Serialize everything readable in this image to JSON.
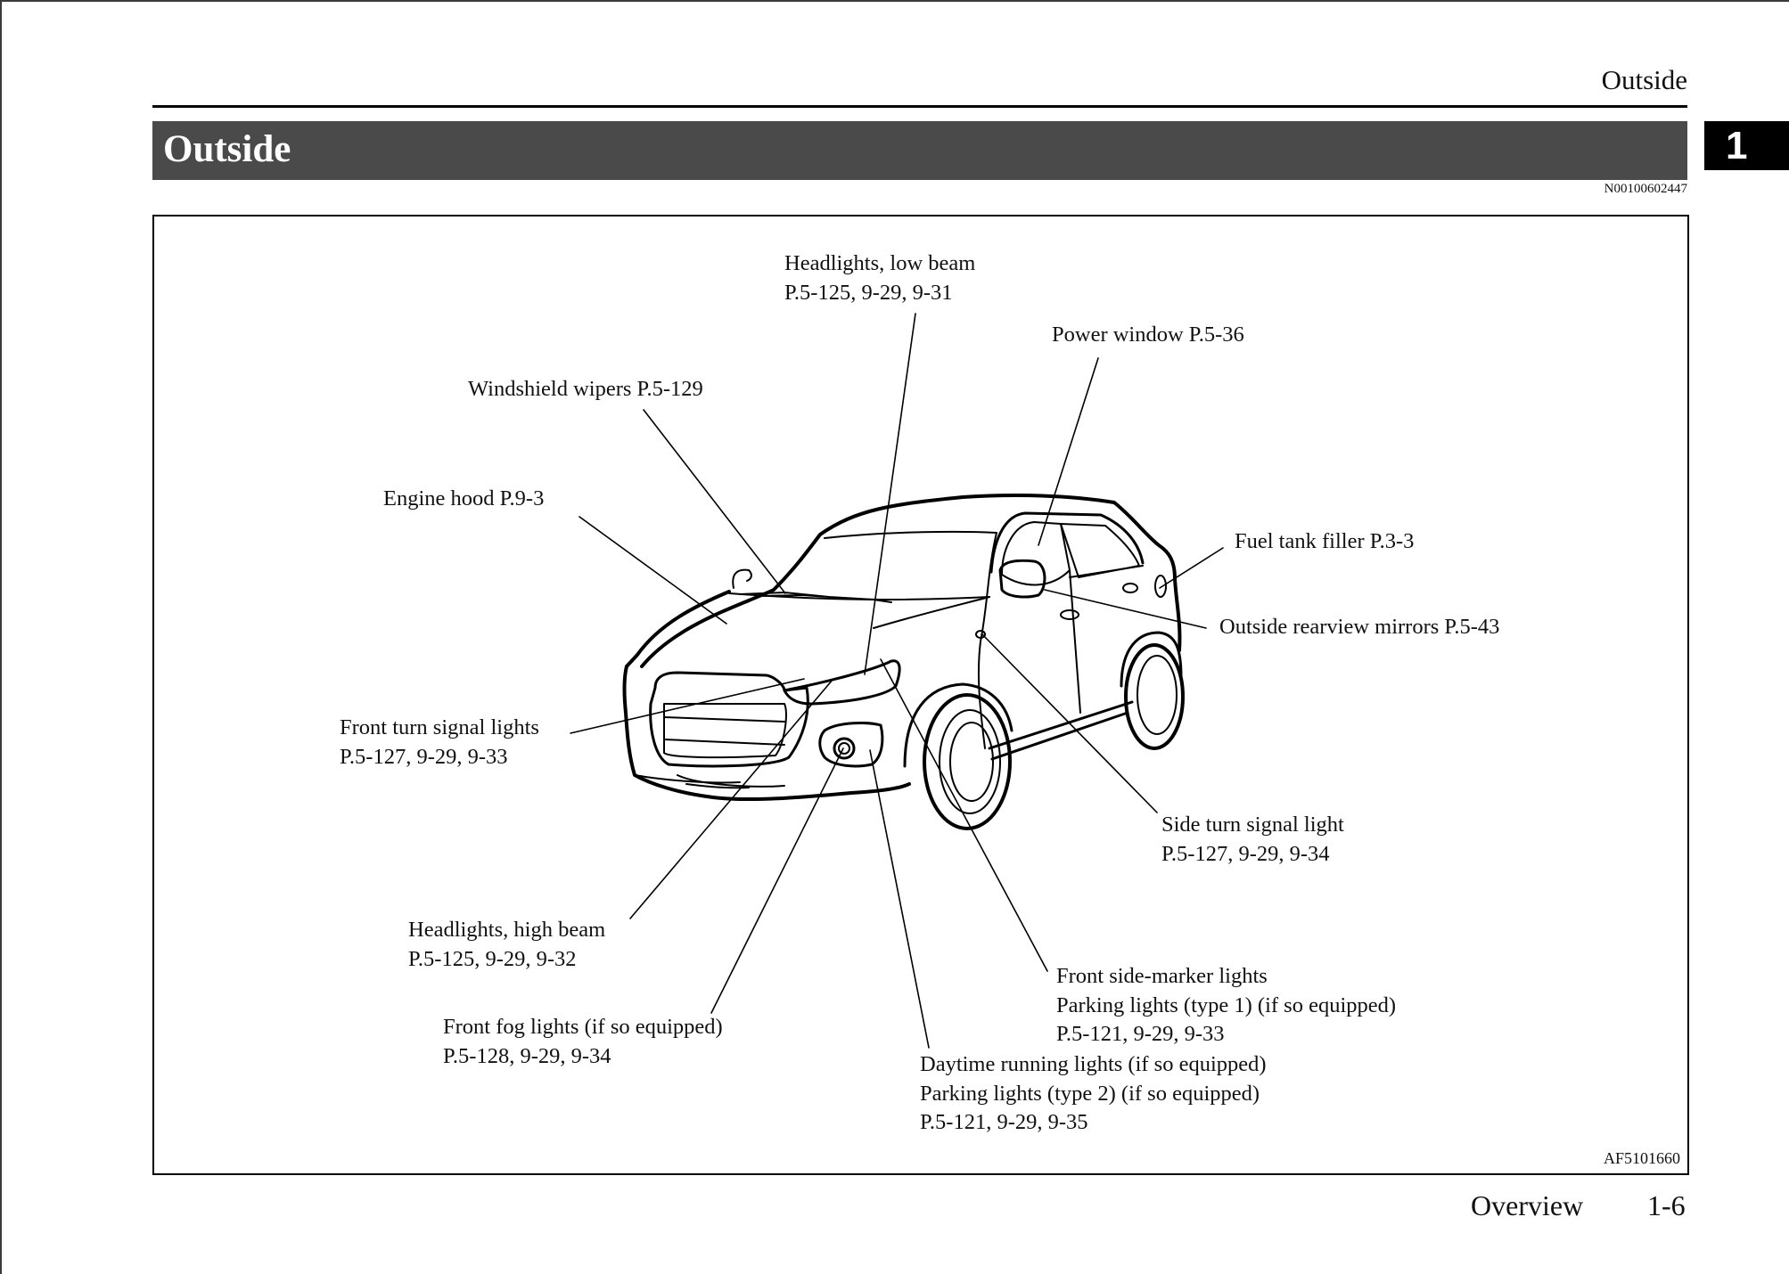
{
  "header": {
    "running_head": "Outside",
    "section_title": "Outside",
    "chapter_number": "1",
    "doc_code": "N00100602447"
  },
  "figure": {
    "figure_code": "AF5101660",
    "callouts": [
      {
        "id": "headlights-low-beam",
        "lines": [
          "Headlights, low beam",
          "P.5-125, 9-29, 9-31"
        ]
      },
      {
        "id": "power-window",
        "lines": [
          "Power window P.5-36"
        ]
      },
      {
        "id": "windshield-wipers",
        "lines": [
          "Windshield wipers P.5-129"
        ]
      },
      {
        "id": "engine-hood",
        "lines": [
          "Engine hood P.9-3"
        ]
      },
      {
        "id": "fuel-tank-filler",
        "lines": [
          "Fuel tank filler P.3-3"
        ]
      },
      {
        "id": "outside-rearview-mirrors",
        "lines": [
          "Outside rearview mirrors P.5-43"
        ]
      },
      {
        "id": "front-turn-signal-lights",
        "lines": [
          "Front turn signal lights",
          "P.5-127, 9-29, 9-33"
        ]
      },
      {
        "id": "side-turn-signal-light",
        "lines": [
          "Side turn signal light",
          "P.5-127, 9-29, 9-34"
        ]
      },
      {
        "id": "headlights-high-beam",
        "lines": [
          "Headlights, high beam",
          "P.5-125, 9-29, 9-32"
        ]
      },
      {
        "id": "front-fog-lights",
        "lines": [
          "Front fog lights (if so equipped)",
          "P.5-128, 9-29, 9-34"
        ]
      },
      {
        "id": "front-side-marker-lights",
        "lines": [
          "Front side-marker lights",
          "Parking lights (type 1) (if so equipped)",
          "P.5-121, 9-29, 9-33"
        ]
      },
      {
        "id": "daytime-running-lights",
        "lines": [
          "Daytime running lights (if so equipped)",
          "Parking lights (type 2) (if so equipped)",
          "P.5-121, 9-29, 9-35"
        ]
      }
    ]
  },
  "footer": {
    "section": "Overview",
    "page": "1-6"
  }
}
